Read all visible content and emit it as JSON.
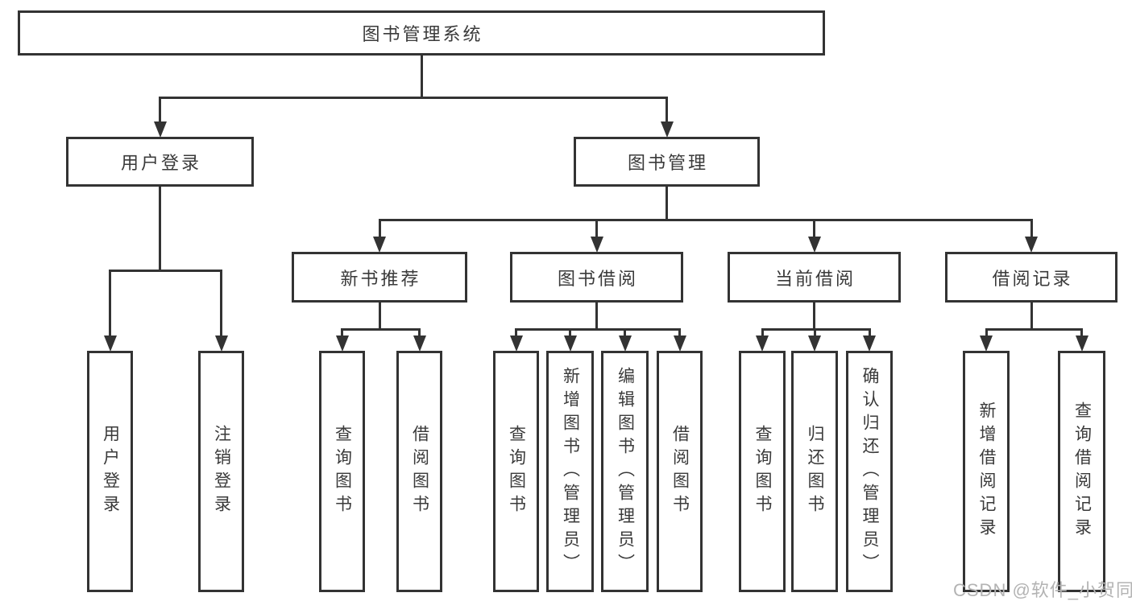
{
  "diagram_title": "图书管理系统",
  "nodes": {
    "root": {
      "label": "图书管理系统"
    },
    "user-login": {
      "label": "用户登录"
    },
    "book-management": {
      "label": "图书管理"
    },
    "new-book-recommend": {
      "label": "新书推荐"
    },
    "book-borrow": {
      "label": "图书借阅"
    },
    "current-borrow": {
      "label": "当前借阅"
    },
    "borrow-records": {
      "label": "借阅记录"
    },
    "user-login-leaf": {
      "label": "用户登录"
    },
    "logout": {
      "label": "注销登录"
    },
    "query-books-1": {
      "label": "查询图书"
    },
    "borrow-books-1": {
      "label": "借阅图书"
    },
    "query-books-2": {
      "label": "查询图书"
    },
    "add-books": {
      "label": "新增图书（管理员）"
    },
    "edit-books": {
      "label": "编辑图书（管理员）"
    },
    "borrow-books-2": {
      "label": "借阅图书"
    },
    "query-books-3": {
      "label": "查询图书"
    },
    "return-books": {
      "label": "归还图书"
    },
    "confirm-return": {
      "label": "确认归还（管理员）"
    },
    "add-borrow-record": {
      "label": "新增借阅记录"
    },
    "query-borrow-record": {
      "label": "查询借阅记录"
    }
  },
  "edges": [
    {
      "from": "root",
      "to": "user-login"
    },
    {
      "from": "root",
      "to": "book-management"
    },
    {
      "from": "user-login",
      "to": "user-login-leaf"
    },
    {
      "from": "user-login",
      "to": "logout"
    },
    {
      "from": "book-management",
      "to": "new-book-recommend"
    },
    {
      "from": "book-management",
      "to": "book-borrow"
    },
    {
      "from": "book-management",
      "to": "current-borrow"
    },
    {
      "from": "book-management",
      "to": "borrow-records"
    },
    {
      "from": "new-book-recommend",
      "to": "query-books-1"
    },
    {
      "from": "new-book-recommend",
      "to": "borrow-books-1"
    },
    {
      "from": "book-borrow",
      "to": "query-books-2"
    },
    {
      "from": "book-borrow",
      "to": "add-books"
    },
    {
      "from": "book-borrow",
      "to": "edit-books"
    },
    {
      "from": "book-borrow",
      "to": "borrow-books-2"
    },
    {
      "from": "current-borrow",
      "to": "query-books-3"
    },
    {
      "from": "current-borrow",
      "to": "return-books"
    },
    {
      "from": "current-borrow",
      "to": "confirm-return"
    },
    {
      "from": "borrow-records",
      "to": "add-borrow-record"
    },
    {
      "from": "borrow-records",
      "to": "query-borrow-record"
    }
  ],
  "watermark": {
    "text": "CSDN @软件_小贺同学"
  },
  "colors": {
    "line": "#333333",
    "box_fill": "#ffffff",
    "text": "#3a3a3a",
    "watermark": "#b3b3b3"
  }
}
